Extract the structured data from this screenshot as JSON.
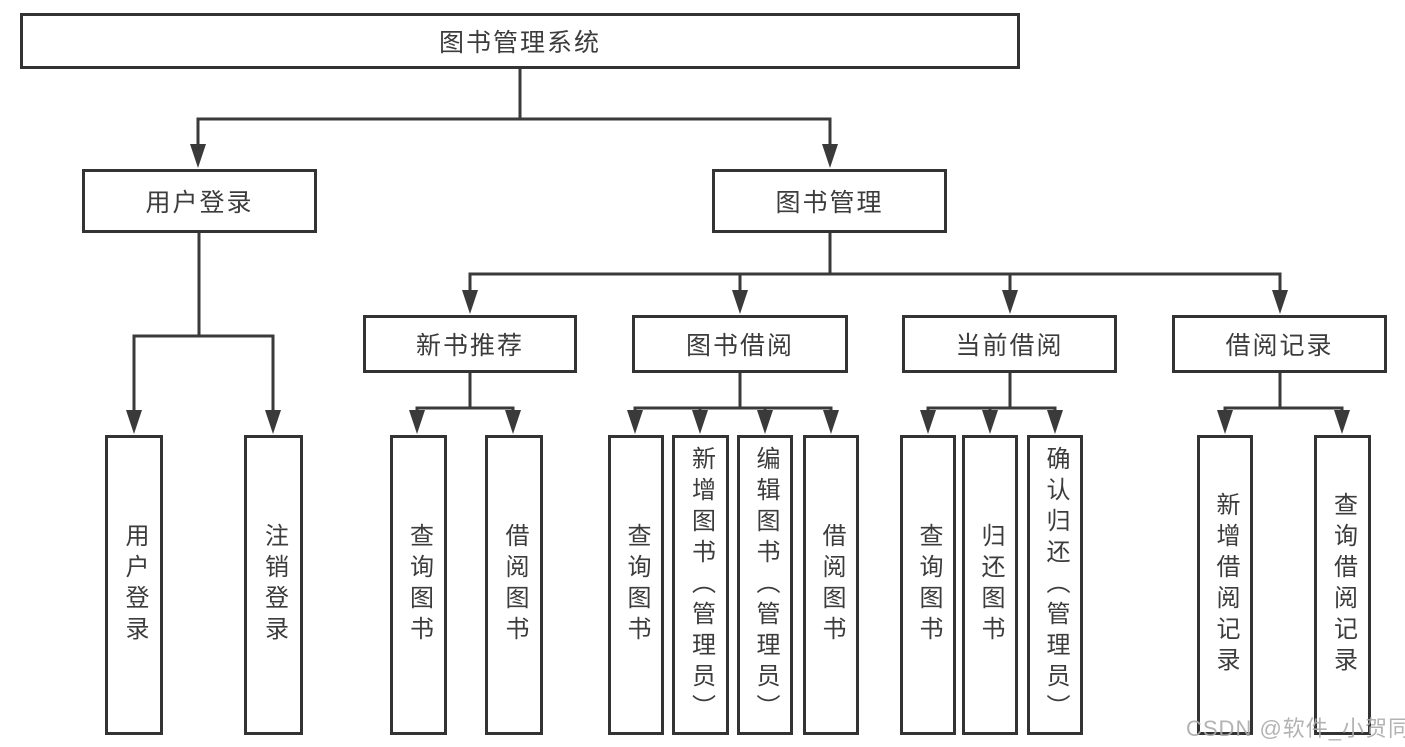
{
  "diagram": {
    "root": {
      "label": "图书管理系统"
    },
    "branches": [
      {
        "label": "用户登录",
        "children": [
          "用户登录",
          "注销登录"
        ]
      },
      {
        "label": "图书管理",
        "groups": [
          {
            "label": "新书推荐",
            "children": [
              "查询图书",
              "借阅图书"
            ]
          },
          {
            "label": "图书借阅",
            "children": [
              "查询图书",
              "新增图书（管理员）",
              "编辑图书（管理员）",
              "借阅图书"
            ]
          },
          {
            "label": "当前借阅",
            "children": [
              "查询图书",
              "归还图书",
              "确认归还（管理员）"
            ]
          },
          {
            "label": "借阅记录",
            "children": [
              "新增借阅记录",
              "查询借阅记录"
            ]
          }
        ]
      }
    ],
    "colors": {
      "line": "#3a3a3a",
      "box_border": "#333333",
      "text": "#3c3c3c",
      "background": "#ffffff",
      "watermark": "#ababab"
    }
  },
  "watermark": {
    "text": "CSDN @软件_小贺同学"
  }
}
